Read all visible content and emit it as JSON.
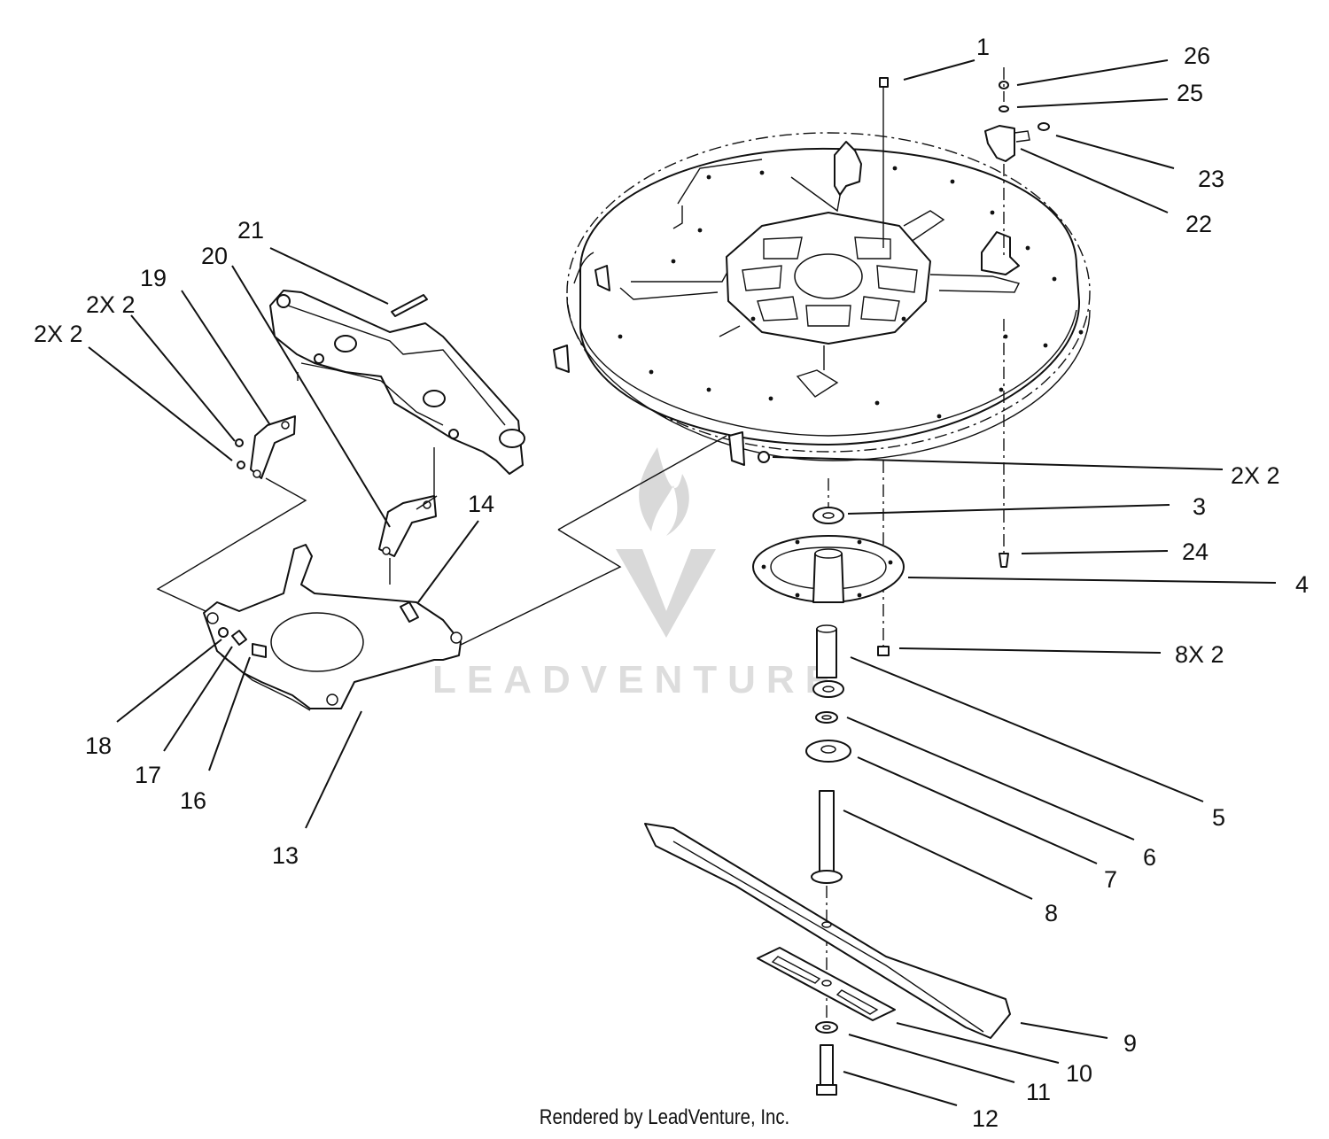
{
  "callouts": {
    "c1": "1",
    "c26": "26",
    "c25": "25",
    "c23": "23",
    "c22": "22",
    "c21": "21",
    "c20": "20",
    "c19": "19",
    "c2x2a": "2X 2",
    "c2x2b": "2X 2",
    "c2x2c": "2X 2",
    "c3": "3",
    "c24": "24",
    "c4": "4",
    "c14": "14",
    "c8x2": "8X 2",
    "c5": "5",
    "c18": "18",
    "c17": "17",
    "c16": "16",
    "c13": "13",
    "c6": "6",
    "c7": "7",
    "c8": "8",
    "c9": "9",
    "c10": "10",
    "c11": "11",
    "c12": "12"
  },
  "watermark": {
    "brand": "LEADVENTURE"
  },
  "footer": {
    "text": "Rendered by LeadVenture, Inc."
  }
}
